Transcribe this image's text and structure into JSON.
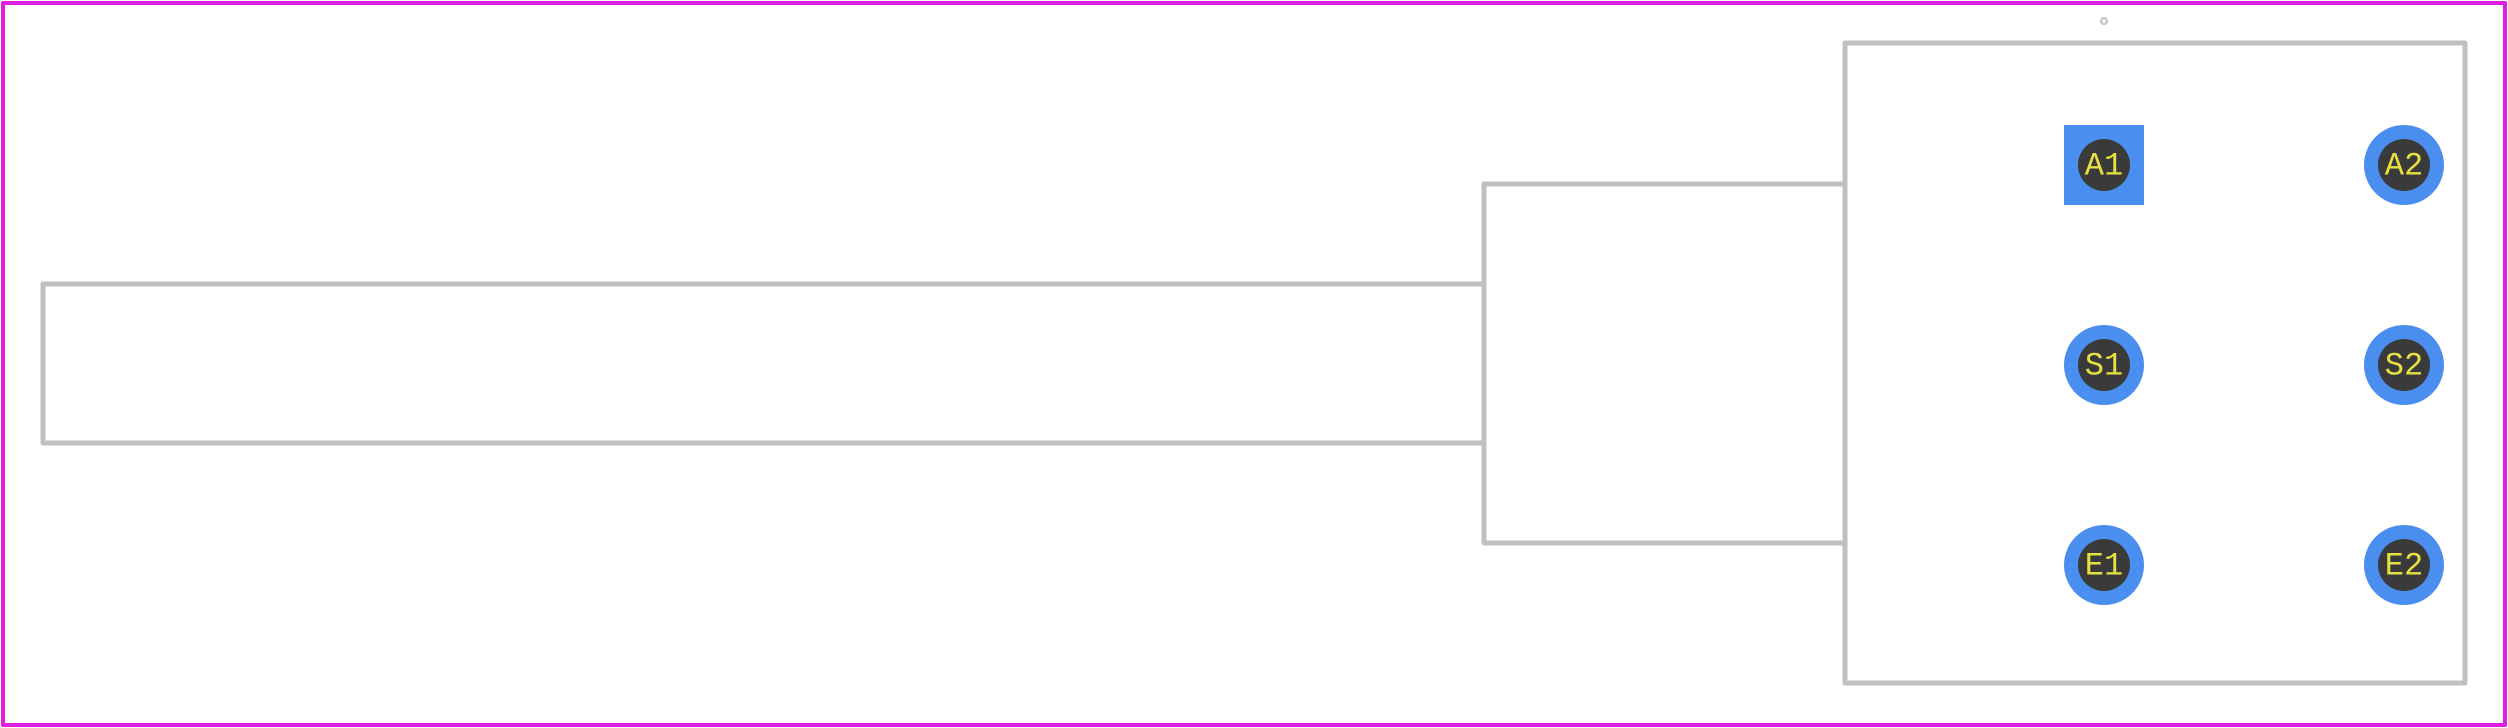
{
  "colors": {
    "background": "#ffffff",
    "board_border": "#e020e0",
    "silkscreen": "#c0c0c0",
    "pad_copper": "#4a8ef0",
    "pad_hole": "#3a3a3a",
    "pad_label": "#e6e040",
    "origin_marker": "#c0c0c0"
  },
  "pads": [
    {
      "label": "A1",
      "shape": "square"
    },
    {
      "label": "A2",
      "shape": "round"
    },
    {
      "label": "S1",
      "shape": "round"
    },
    {
      "label": "S2",
      "shape": "round"
    },
    {
      "label": "E1",
      "shape": "round"
    },
    {
      "label": "E2",
      "shape": "round"
    }
  ]
}
